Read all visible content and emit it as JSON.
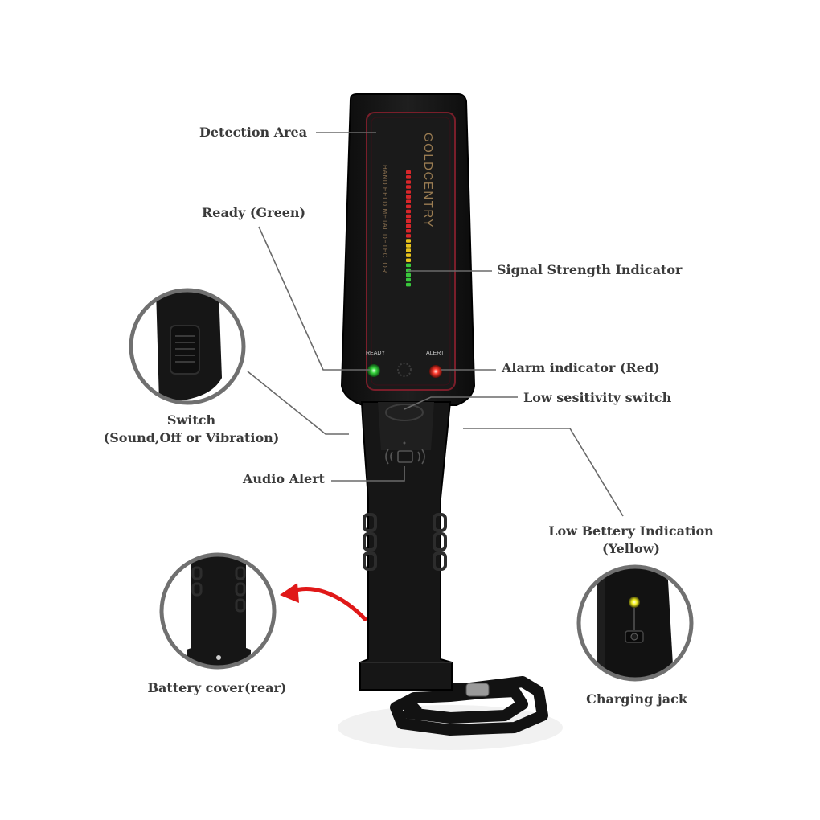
{
  "device": {
    "brand": "GOLDCENTRY",
    "model_text": "HAND HELD METAL DETECTOR",
    "ready_text": "READY",
    "alert_text": "ALERT"
  },
  "callouts": {
    "detection_area": "Detection Area",
    "ready_green": "Ready (Green)",
    "signal_strength": "Signal Strength Indicator",
    "alarm_indicator": "Alarm indicator (Red)",
    "low_sensitivity": "Low sesitivity switch",
    "switch_title": "Switch",
    "switch_modes": "(Sound,Off or Vibration)",
    "audio_alert": "Audio Alert",
    "low_battery": "Low Bettery Indication",
    "low_battery_color": "(Yellow)",
    "battery_cover": "Battery cover(rear)",
    "charging_jack": "Charging jack"
  },
  "colors": {
    "ready_led": "#32d43a",
    "alert_led": "#ff3a2e",
    "battery_led": "#f2f01e",
    "arrow": "#e01818",
    "panel_outline": "#7a1e2a",
    "brand_text": "#9a7c52"
  }
}
